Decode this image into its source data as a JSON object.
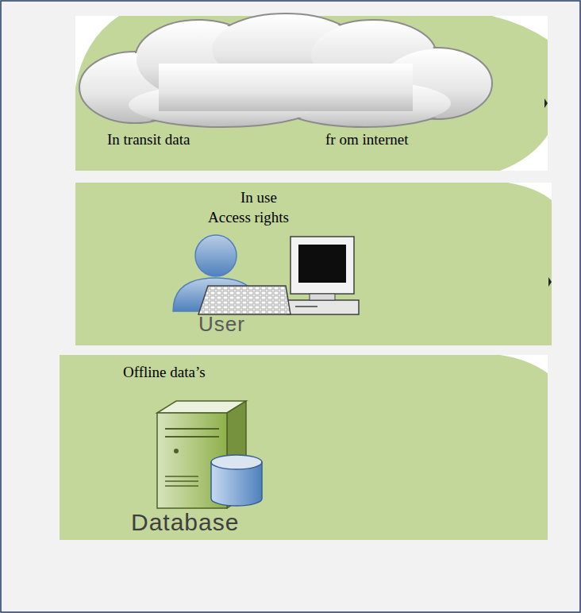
{
  "diagram": {
    "nodes": [
      {
        "text": [
          "In transit data",
          "fr om internet"
        ]
      },
      {
        "text": [
          "In use",
          "Access rights",
          "User"
        ]
      },
      {
        "text": [
          "Offline data’s",
          "Database"
        ]
      }
    ]
  }
}
